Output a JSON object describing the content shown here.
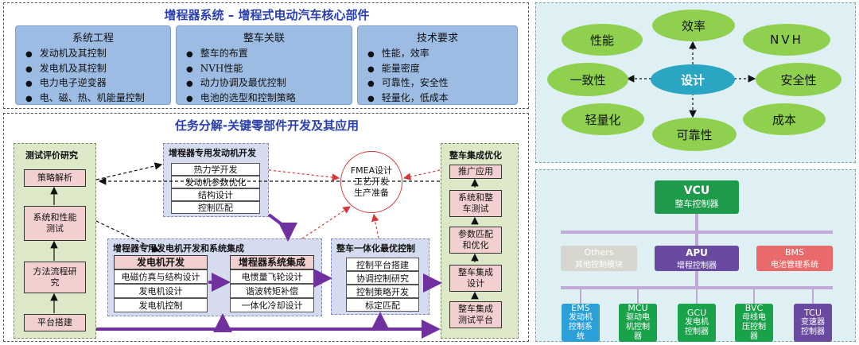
{
  "top_section": {
    "title": "增程器系统 – 增程式电动汽车核心部件",
    "columns": [
      {
        "header": "系统工程",
        "items": [
          "发动机及其控制",
          "发电机及其控制",
          "电力电子逆变器",
          "电、磁、热、机能量控制"
        ]
      },
      {
        "header": "整车关联",
        "items": [
          "整车的布置",
          "NVH性能",
          "动力协调及最优控制",
          "电池的选型和控制策略"
        ]
      },
      {
        "header": "技术要求",
        "items": [
          "性能，效率",
          "能量密度",
          "可靠性，安全性",
          "轻量化，低成本"
        ]
      }
    ]
  },
  "task_section": {
    "title": "任务分解-关键零部件开发及其应用",
    "test_eval": {
      "title": "测试评价研究",
      "items": [
        "策略解析",
        "系统和性能测试",
        "方法流程研究",
        "平台搭建"
      ]
    },
    "engine_dev": {
      "title": "增程器专用发动机开发",
      "items": [
        "热力学开发",
        "发动机参数优化",
        "结构设计",
        "控制匹配"
      ]
    },
    "fmea": {
      "lines": [
        "FMEA设计",
        "工艺开发",
        "生产准备"
      ]
    },
    "gen_dev": {
      "title": "增程器专用发电机开发和系统集成",
      "gen_header": "发电机开发",
      "gen_items": [
        "电磁仿真与结构设计",
        "发电机设计",
        "发电机控制"
      ],
      "sys_header": "增程器系统集成",
      "sys_items": [
        "电惯量飞轮设计",
        "谐波转矩补偿",
        "一体化冷却设计"
      ]
    },
    "vehicle_opt": {
      "title": "整车一体化最优控制",
      "items": [
        "控制平台搭建",
        "协调控制研究",
        "控制策略开发",
        "标定匹配"
      ]
    },
    "vehicle_int": {
      "title": "整车集成优化",
      "items": [
        "推广应用",
        "系统和整车测试",
        "参数匹配和优化",
        "整车集成设计",
        "整车集成测试平台"
      ]
    }
  },
  "design_panel": {
    "center": "设计",
    "nodes": [
      "效率",
      "性能",
      "NVH",
      "一致性",
      "安全性",
      "轻量化",
      "可靠性",
      "成本"
    ]
  },
  "arch_panel": {
    "vcu": {
      "name": "VCU",
      "desc": "整车控制器"
    },
    "mid": [
      {
        "name": "Others",
        "desc": "其他控制模块"
      },
      {
        "name": "APU",
        "desc": "增程控制器"
      },
      {
        "name": "BMS",
        "desc": "电池管理系统"
      }
    ],
    "bottom": [
      {
        "name": "EMS",
        "desc": "发动机控制系统"
      },
      {
        "name": "MCU",
        "desc": "驱动电机控制器"
      },
      {
        "name": "GCU",
        "desc": "发电机控制器"
      },
      {
        "name": "BVC",
        "desc": "母线电压控制器"
      },
      {
        "name": "TCU",
        "desc": "变速器控制器"
      }
    ]
  },
  "colors": {
    "title_blue": "#2a3fb0",
    "green_ellipse": "#8fd14f",
    "teal_center": "#2aa6c2",
    "vcu_green": "#1d9a4a",
    "apu_purple": "#6a4aa0",
    "bms_red": "#e86a6a",
    "arrow_purple": "#7030a0"
  }
}
